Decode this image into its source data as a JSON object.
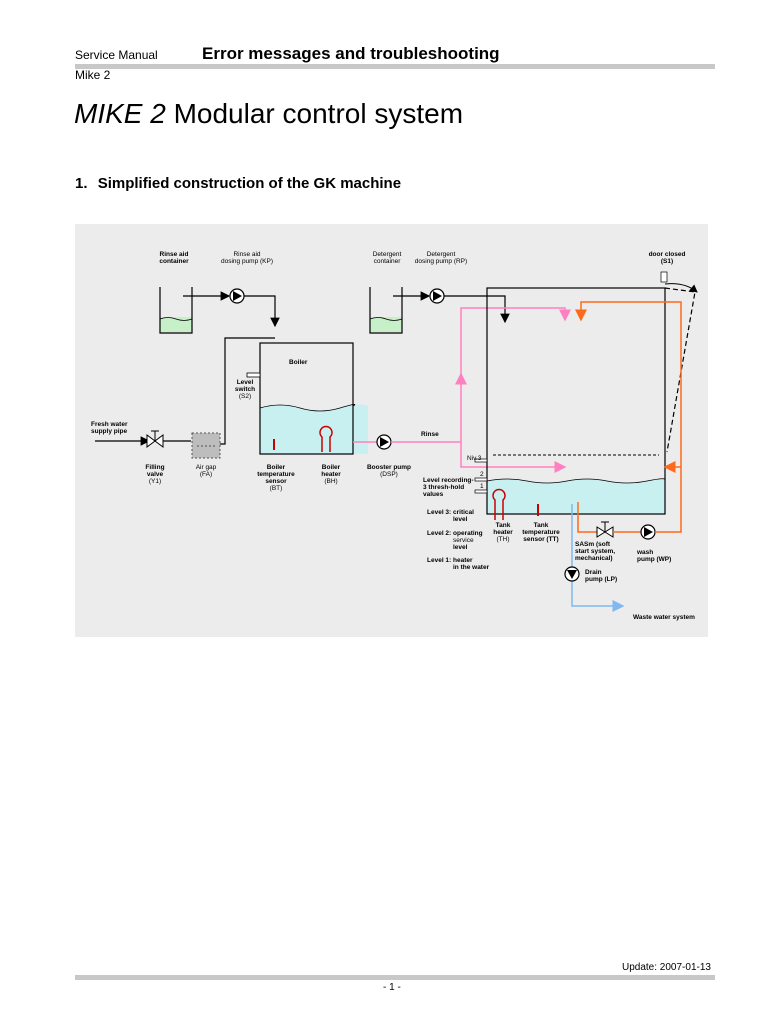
{
  "header": {
    "left_label": "Service Manual",
    "title": "Error messages and troubleshooting",
    "subtitle": "Mike 2"
  },
  "page_title": {
    "italic_part": "MIKE 2",
    "rest": " Modular control system"
  },
  "section": {
    "number": "1.",
    "title": "Simplified construction of the GK machine"
  },
  "diagram": {
    "labels": {
      "rinse_aid_container": [
        "Rinse aid",
        "container"
      ],
      "rinse_aid_pump": [
        "Rinse aid",
        "dosing pump (KP)"
      ],
      "detergent_container": [
        "Detergent",
        "container"
      ],
      "detergent_pump": [
        "Detergent",
        "dosing pump (RP)"
      ],
      "door_closed": [
        "door closed",
        "(S1)"
      ],
      "boiler": "Boiler",
      "level_switch": [
        "Level",
        "switch",
        "(S2)"
      ],
      "fresh_water": [
        "Fresh water",
        "supply pipe"
      ],
      "filling_valve": [
        "Filling",
        "valve",
        "(Y1)"
      ],
      "air_gap": [
        "Air gap",
        "(FA)"
      ],
      "boiler_temp": [
        "Boiler",
        "temperature",
        "sensor",
        "(BT)"
      ],
      "boiler_heater": [
        "Boiler",
        "heater",
        "(BH)"
      ],
      "booster_pump": [
        "Booster pump",
        "(DSP)"
      ],
      "rinse": "Rinse",
      "niv3": "Niv.3",
      "level_recording": [
        "Level recording-",
        "3 thresh-hold",
        "values"
      ],
      "level_2_mark": "2",
      "level_1_mark": "1",
      "level3": [
        "Level 3: critical",
        "level"
      ],
      "level2": [
        "Level 2: operating",
        "service",
        "level"
      ],
      "level1": [
        "Level 1: heater",
        "in the water"
      ],
      "tank_heater": [
        "Tank",
        "heater",
        "(TH)"
      ],
      "tank_temp": [
        "Tank",
        "temperature",
        "sensor (TT)"
      ],
      "sasm": [
        "SASm (soft",
        "start system,",
        "mechanical)"
      ],
      "drain_pump": [
        "Drain",
        "pump (LP)"
      ],
      "wash_pump": [
        "wash",
        "pump (WP)"
      ],
      "waste_water": "Waste water system"
    },
    "colors": {
      "background": "#ececec",
      "water": "#c8f0f0",
      "container_water": "#c8f0c8",
      "rinse_line": "#ff80c0",
      "wash_line": "#ff6a1a",
      "drain_line": "#80b8f0",
      "heater": "#cc0000"
    }
  },
  "footer": {
    "update": "Update: 2007-01-13",
    "page": "- 1 -"
  }
}
